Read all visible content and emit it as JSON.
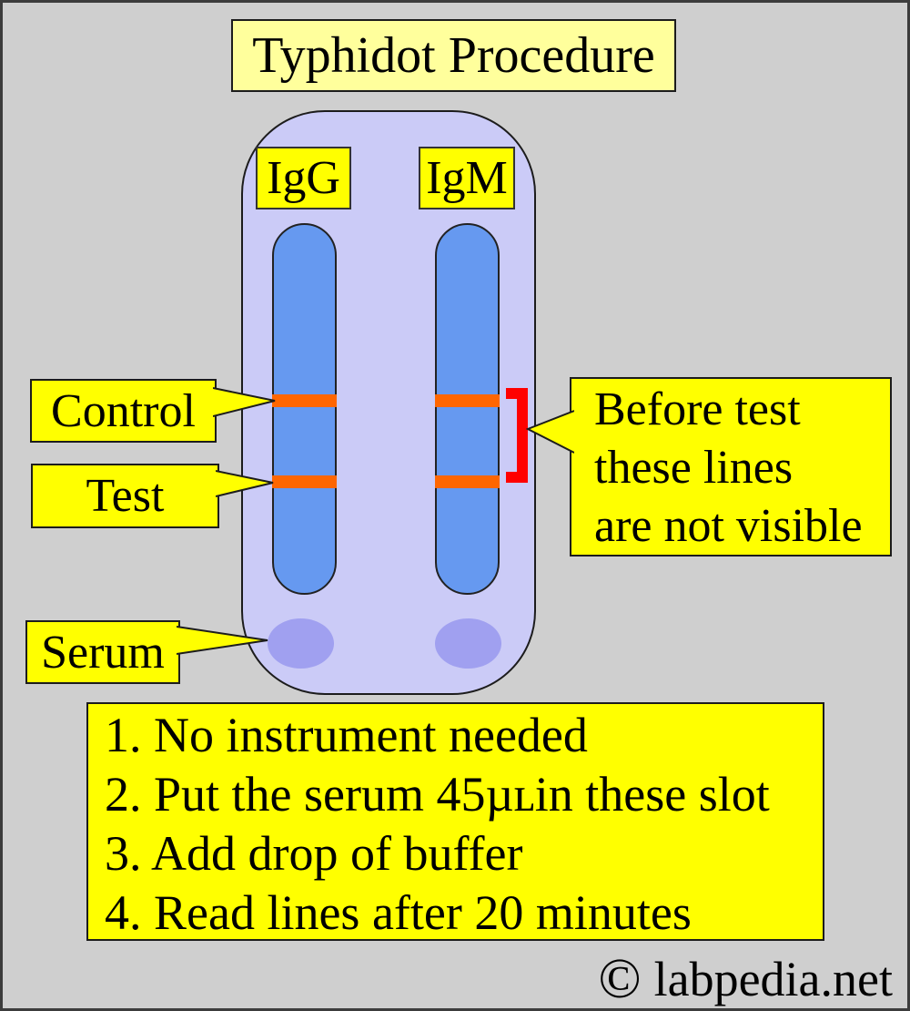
{
  "title": "Typhidot Procedure",
  "cassette": {
    "columns": [
      {
        "label": "IgG"
      },
      {
        "label": "IgM"
      }
    ],
    "lines": [
      "Control",
      "Test"
    ]
  },
  "callouts": {
    "control": "Control",
    "test": "Test",
    "serum": "Serum",
    "before_test": [
      "Before test",
      "these lines",
      "are not visible"
    ]
  },
  "instructions": [
    "1. No instrument needed",
    "2. Put the serum 45µʟin these slot",
    "3. Add drop of buffer",
    "4. Read lines after 20 minutes"
  ],
  "footer": {
    "copyright_symbol": "©",
    "site": "labpedia.net"
  },
  "colors": {
    "bg": "#CFCFCF",
    "frame": "#3c3c3c",
    "border-dark": "#1c1c1c",
    "pale-yellow": "#FFFF9C",
    "yellow": "#FFFF00",
    "cassette": "#CBCBF7",
    "strip-blue": "#6699F0",
    "well-purple": "#A0A0F0",
    "line-orange": "#FF6600",
    "bracket-red": "#FF0000"
  }
}
